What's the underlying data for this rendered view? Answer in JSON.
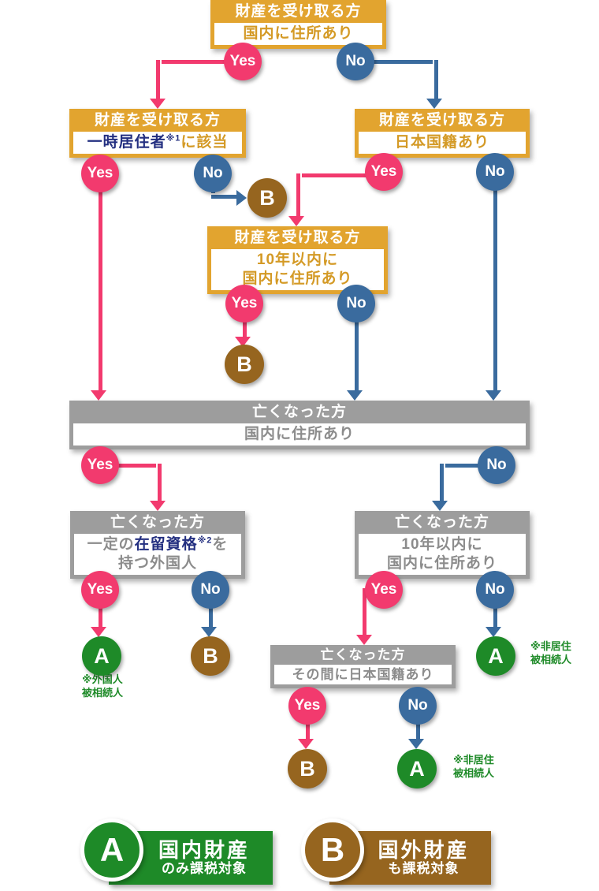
{
  "colors": {
    "yes_pink": "#F23A6E",
    "no_blue": "#3A6B9E",
    "question_orange": "#E2A42F",
    "question_orange_text": "#D49A26",
    "question_gray": "#9D9D9D",
    "question_gray_text": "#8C8C8C",
    "result_green": "#1E8A28",
    "result_brown": "#96651F",
    "term_navy": "#232F80"
  },
  "answers": {
    "yes": "Yes",
    "no": "No"
  },
  "results": {
    "a": "A",
    "b": "B"
  },
  "nodes": {
    "q1": {
      "header": "財産を受け取る方",
      "body": "国内に住所あり"
    },
    "q2": {
      "header": "財産を受け取る方",
      "link": "一時居住者",
      "ref": "※1",
      "post": "に該当"
    },
    "q3": {
      "header": "財産を受け取る方",
      "body": "日本国籍あり"
    },
    "q4": {
      "header": "財産を受け取る方",
      "line1": "10年以内に",
      "line2": "国内に住所あり"
    },
    "q5": {
      "header": "亡くなった方",
      "body": "国内に住所あり"
    },
    "q6": {
      "header": "亡くなった方",
      "pre": "一定の",
      "link": "在留資格",
      "ref": "※2",
      "post": "を",
      "line2": "持つ外国人"
    },
    "q7": {
      "header": "亡くなった方",
      "line1": "10年以内に",
      "line2": "国内に住所あり"
    },
    "q8": {
      "header": "亡くなった方",
      "body": "その間に日本国籍あり"
    }
  },
  "notes": {
    "foreign_line1": "※外国人",
    "foreign_line2": "被相続人",
    "nonresident_line1": "※非居住",
    "nonresident_line2": "被相続人"
  },
  "legend": {
    "a_letter": "A",
    "a_title": "国内財産",
    "a_sub": "のみ課税対象",
    "b_letter": "B",
    "b_title": "国外財産",
    "b_sub": "も課税対象"
  }
}
